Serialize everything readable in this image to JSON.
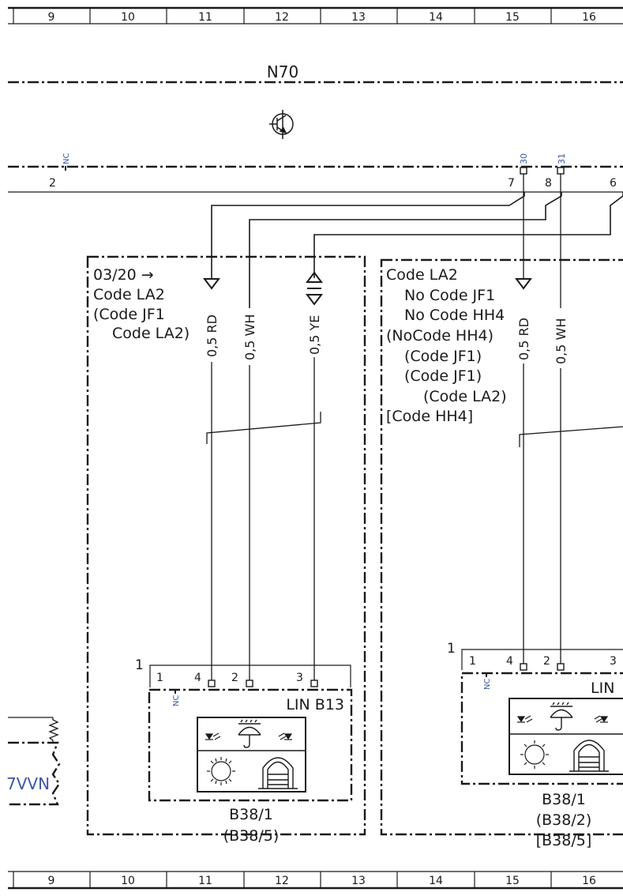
{
  "grid": {
    "columns": [
      "9",
      "10",
      "11",
      "12",
      "13",
      "14",
      "15",
      "16"
    ]
  },
  "module": {
    "name": "N70",
    "pins_top": [
      "2",
      "7",
      "8",
      "6"
    ],
    "terminals": [
      "NC",
      "30",
      "31"
    ]
  },
  "left_unit": {
    "conditions": [
      "03/20 →",
      "Code LA2",
      "(Code JF1",
      "Code LA2)"
    ],
    "wires": [
      "0,5 RD",
      "0,5 WH",
      "0,5 YE"
    ],
    "connector_number": "1",
    "pins": [
      "1",
      "4",
      "2",
      "3"
    ],
    "nc": "NC",
    "sensor_label": "LIN B13",
    "part_lines": [
      "B38/1",
      "(B38/5)"
    ]
  },
  "right_unit": {
    "conditions": [
      "Code LA2",
      "No Code JF1",
      "No Code HH4",
      "(NoCode HH4)",
      "(Code JF1)",
      "(Code JF1)",
      "(Code LA2)",
      "[Code HH4]"
    ],
    "wires": [
      "0,5 RD",
      "0,5 WH"
    ],
    "connector_number": "1",
    "pins": [
      "1",
      "4",
      "2",
      "3"
    ],
    "nc": "NC",
    "sensor_label": "LIN",
    "part_lines": [
      "B38/1",
      "(B38/2)",
      "[B38/5]"
    ]
  },
  "left_edge_label": "7VVN"
}
